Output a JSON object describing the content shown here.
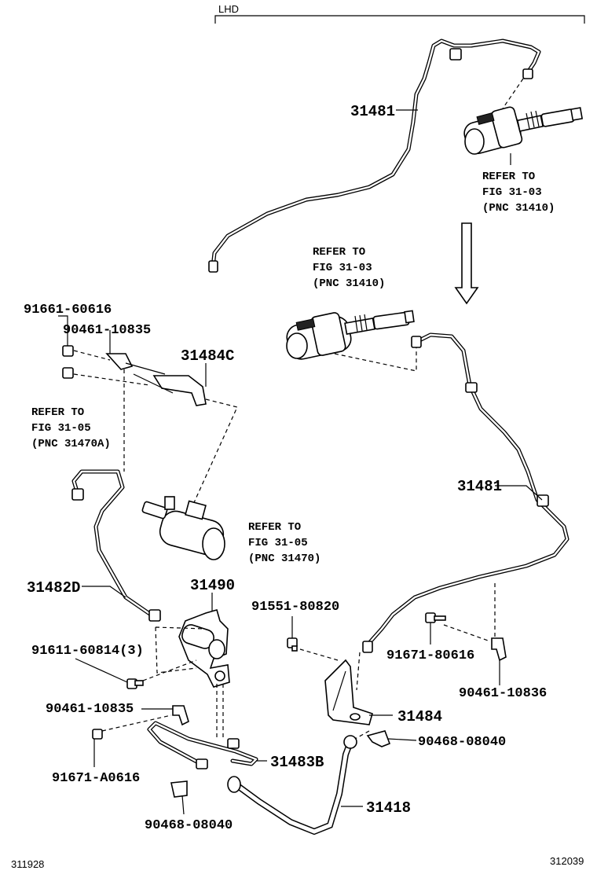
{
  "header": {
    "lhd_label": "LHD"
  },
  "labels": {
    "p31481_top": "31481",
    "p31481_right": "31481",
    "p91661": "91661-60616",
    "p90461_top": "90461-10835",
    "p31484c": "31484C",
    "p31482d": "31482D",
    "p31490": "31490",
    "p91551": "91551-80820",
    "p91611": "91611-60814(3)",
    "p91671_806": "91671-80616",
    "p90461_10836": "90461-10836",
    "p90461_bottom": "90461-10835",
    "p31484": "31484",
    "p90468_right": "90468-08040",
    "p31483b": "31483B",
    "p91671_a06": "91671-A0616",
    "p31418": "31418",
    "p90468_bottom": "90468-08040"
  },
  "refs": {
    "top_right": [
      "REFER TO",
      "FIG 31-03",
      "(PNC 31410)"
    ],
    "mid": [
      "REFER TO",
      "FIG 31-03",
      "(PNC 31410)"
    ],
    "left": [
      "REFER TO",
      "FIG 31-05",
      "(PNC 31470A)"
    ],
    "cyl": [
      "REFER TO",
      "FIG 31-05",
      "(PNC 31470)"
    ]
  },
  "footer": {
    "left_code": "311928",
    "right_code": "312039"
  }
}
